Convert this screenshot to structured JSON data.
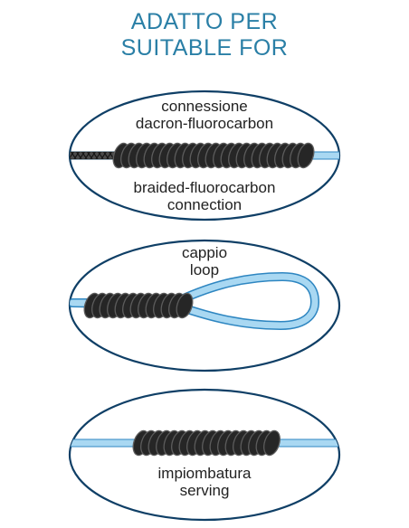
{
  "header": {
    "title_it": "ADATTO PER",
    "title_en": "SUITABLE FOR"
  },
  "panels": [
    {
      "id": "braided",
      "top_label": [
        "connessione",
        "dacron-fluorocarbon"
      ],
      "bottom_label": [
        "braided-fluorocarbon",
        "connection"
      ]
    },
    {
      "id": "loop",
      "top_label": [
        "cappio",
        "loop"
      ]
    },
    {
      "id": "serving",
      "bottom_label": [
        "impiombatura",
        "serving"
      ]
    }
  ],
  "colors": {
    "header_text": "#2a7fa6",
    "ellipse_stroke": "#0f3f66",
    "line_fill": "#a9d8f2",
    "line_edge": "#2e86c1",
    "wrap_dark": "#262626",
    "wrap_mid": "#5c5c5c"
  },
  "icons": {
    "wrap": "thread-wrap-coil",
    "line": "fluorocarbon-line",
    "braid": "braided-dacron-line"
  }
}
